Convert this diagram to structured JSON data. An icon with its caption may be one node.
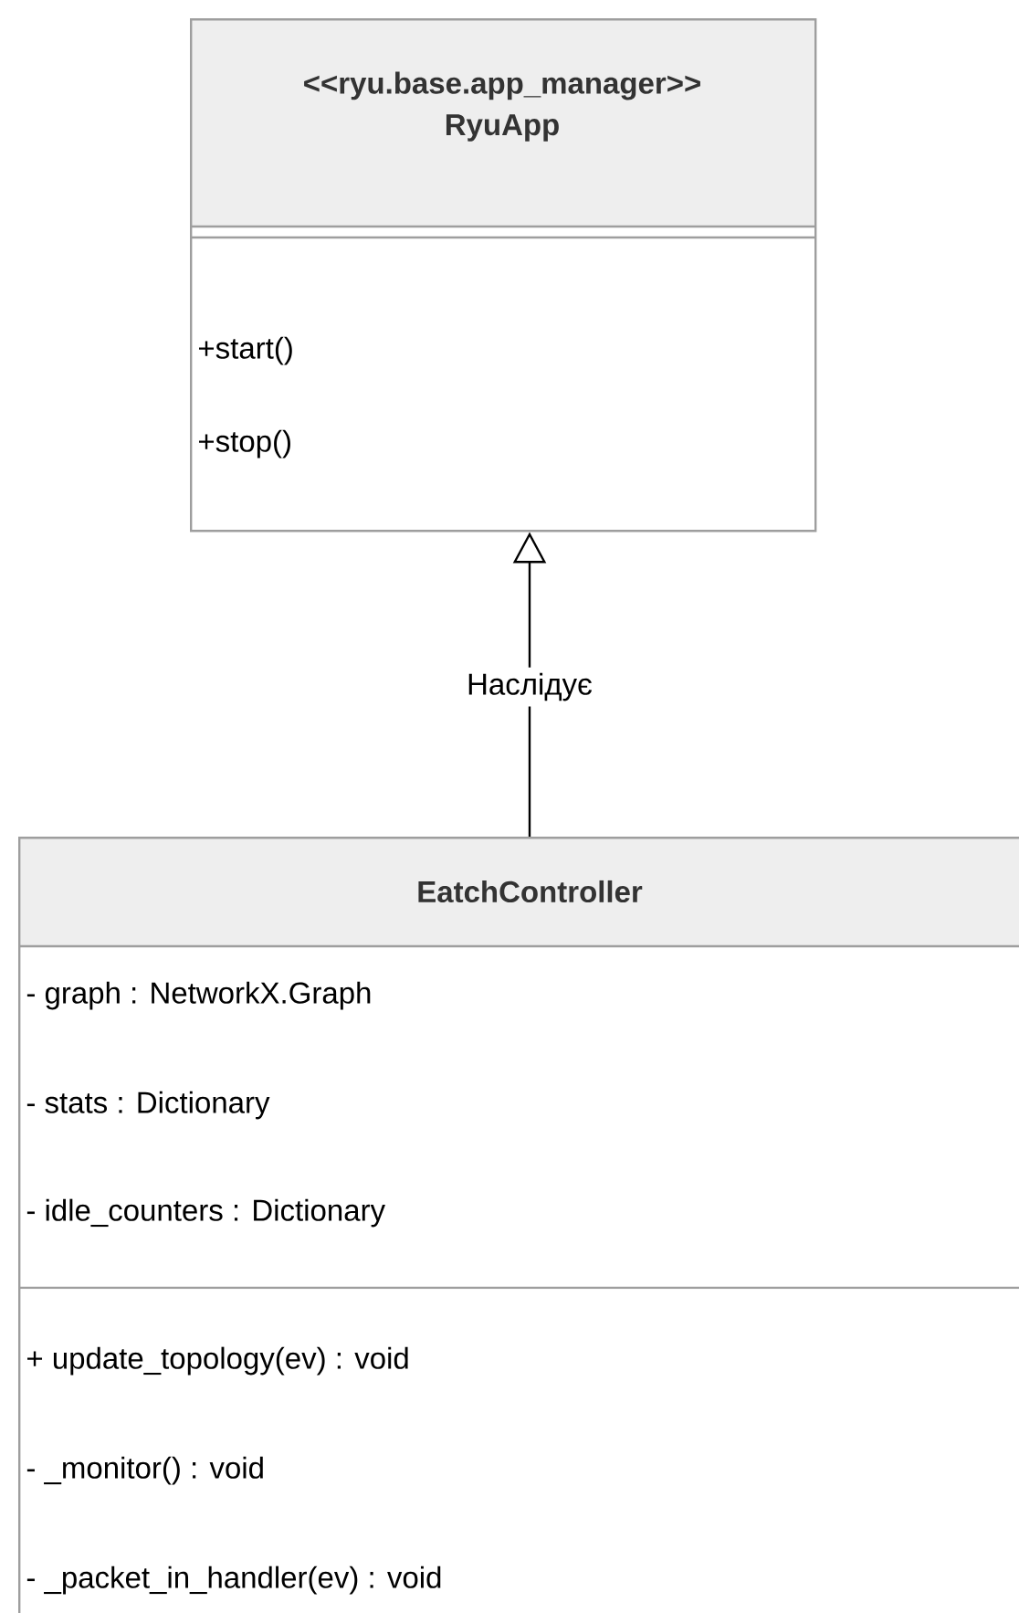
{
  "diagram": {
    "nodes": [
      {
        "text": [
          "<<ryu.base.app_manager>>",
          "RyuApp",
          "+start()",
          "+stop()"
        ]
      },
      {
        "text": [
          "EatchController",
          "- graph : NetworkX.Graph",
          "- stats : Dictionary",
          "- idle_counters : Dictionary",
          "+ update_topology(ev) : void",
          "- _monitor() : void",
          "- _packet_in_handler(ev) : void"
        ]
      }
    ],
    "edges": [
      {
        "from": 1,
        "to": 0,
        "arrow": "to",
        "label": "Наслідує"
      }
    ]
  }
}
